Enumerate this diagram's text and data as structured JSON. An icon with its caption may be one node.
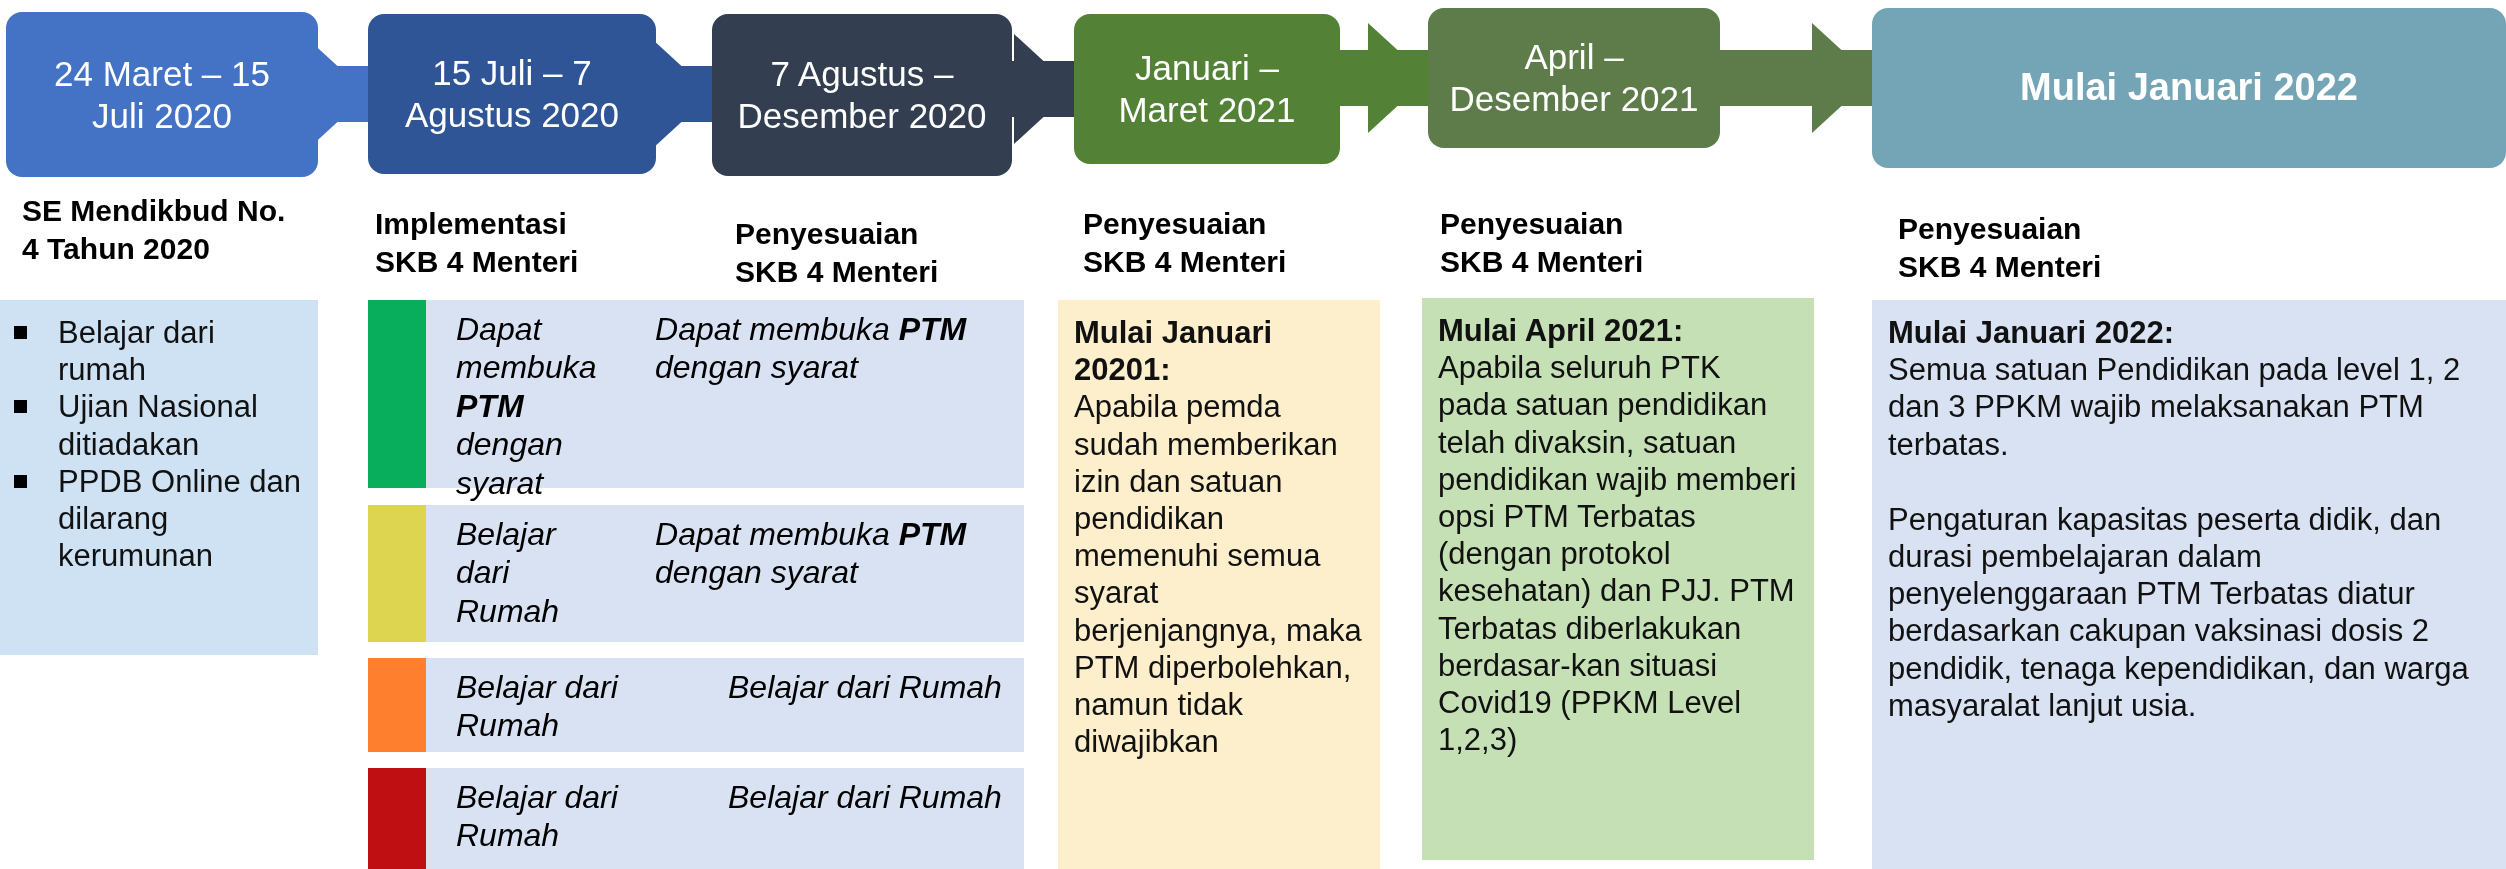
{
  "diagram": {
    "nodes": [
      {
        "text": [
          "24 Maret – 15 Juli 2020"
        ],
        "beside": [
          "SE Mendikbud No. 4 Tahun 2020"
        ]
      },
      {
        "text": [
          "15 Juli – 7 Agustus 2020"
        ]
      },
      {
        "text": [
          "7 Agustus – Desember 2020"
        ]
      },
      {
        "text": [
          "Januari – Maret 2021"
        ]
      },
      {
        "text": [
          "April – Desember 2021"
        ]
      },
      {
        "text": [
          "Mulai Januari 2022"
        ]
      },
      {
        "text": [
          "Belajar dari rumah",
          "Ujian Nasional ditiadakan",
          "PPDB Online dan dilarang kerumunan"
        ]
      },
      {
        "text": [
          "Dapat membuka **PTM** dengan syarat",
          "Dapat membuka **PTM** dengan syarat"
        ]
      },
      {
        "text": [
          "Belajar dari Rumah",
          "Dapat membuka **PTM** dengan syarat"
        ]
      },
      {
        "text": [
          "Belajar dari Rumah",
          "Belajar dari Rumah"
        ]
      },
      {
        "text": [
          "Belajar dari Rumah",
          "Belajar dari Rumah"
        ]
      },
      {
        "text": [
          "Mulai Januari 20201:",
          "Apabila pemda sudah memberikan izin dan satuan pendidikan memenuhi semua syarat berjenjangnya, maka PTM diperbolehkan, namun tidak diwajibkan"
        ]
      },
      {
        "text": [
          "Mulai April 2021:",
          "Apabila seluruh PTK pada satuan pendidikan telah divaksin, satuan pendidikan wajib memberi opsi PTM Terbatas (dengan protokol kesehatan) dan PJJ. PTM Terbatas diberlakukan berdasar-kan situasi Covid19 (PPKM Level 1,2,3)"
        ]
      },
      {
        "text": [
          "Mulai Januari 2022:",
          "Semua satuan Pendidikan pada level 1, 2 dan 3 PPKM wajib melaksanakan PTM terbatas.",
          "Pengaturan kapasitas peserta didik, dan durasi pembelajaran dalam penyelenggaraan PTM Terbatas diatur berdasarkan cakupan vaksinasi dosis 2 pendidik, tenaga kependidikan, dan warga masyaralat lanjut usia."
        ]
      }
    ],
    "edges": [
      {
        "from": 0,
        "to": 1,
        "arrow": "to",
        "color": "#4472c4"
      },
      {
        "from": 1,
        "to": 2,
        "arrow": "to",
        "color": "#2f5597"
      },
      {
        "from": 2,
        "to": 3,
        "arrow": "to",
        "color": "#333f50"
      },
      {
        "from": 3,
        "to": 4,
        "arrow": "to",
        "color": "#538135"
      },
      {
        "from": 4,
        "to": 5,
        "arrow": "to",
        "color": "#5e7b4a"
      }
    ],
    "labels": [
      "Implementasi SKB 4 Menteri",
      "Penyesuaian SKB 4 Menteri",
      "Penyesuaian SKB 4 Menteri",
      "Penyesuaian SKB 4 Menteri",
      "Penyesuaian SKB 4 Menteri"
    ]
  }
}
